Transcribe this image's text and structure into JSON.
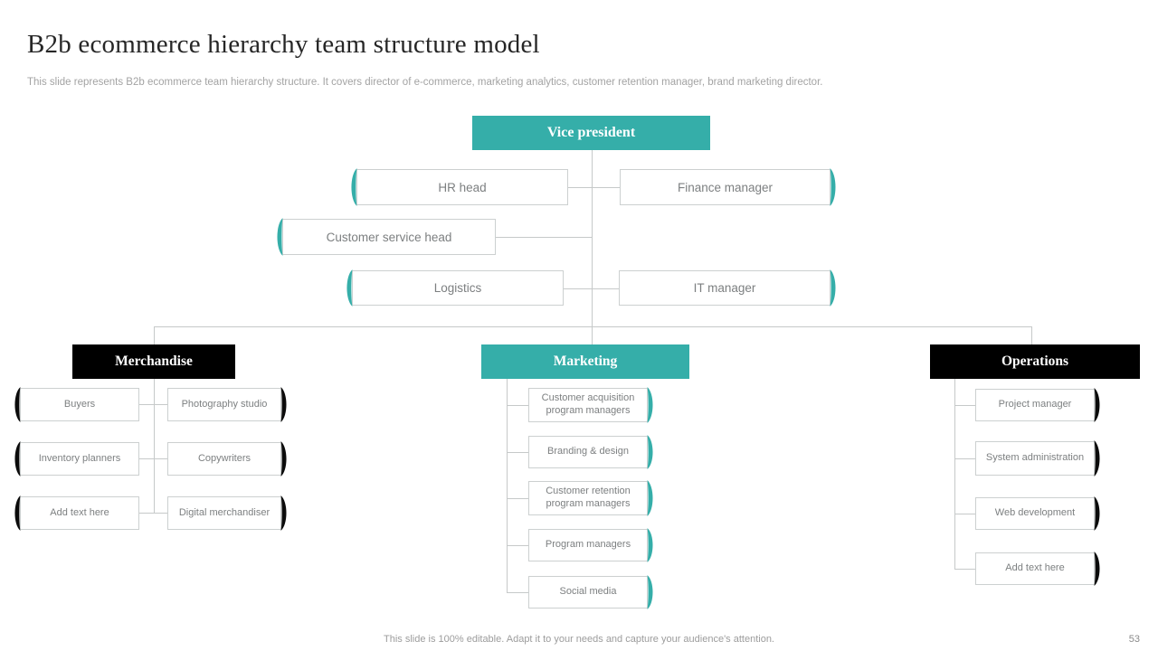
{
  "slide": {
    "title": "B2b ecommerce hierarchy team structure model",
    "subtitle": "This slide represents B2b ecommerce team hierarchy structure. It covers director of e-commerce, marketing analytics, customer retention manager, brand marketing director.",
    "footer": "This slide is 100% editable. Adapt it to your needs and capture your audience's attention.",
    "page_number": "53"
  },
  "colors": {
    "accent_teal": "#35AEA9",
    "header_black": "#000000",
    "node_border": "#CCD0D0",
    "node_text": "#7C7F80",
    "connector": "#C6C9C9"
  },
  "org": {
    "root": {
      "label": "Vice president"
    },
    "level2": [
      {
        "label": "HR head"
      },
      {
        "label": "Finance manager"
      },
      {
        "label": "Customer service head"
      },
      {
        "label": "Logistics"
      },
      {
        "label": "IT manager"
      }
    ],
    "departments": [
      {
        "label": "Merchandise",
        "columns": {
          "left": [
            "Buyers",
            "Inventory planners",
            "Add text here"
          ],
          "right": [
            "Photography studio",
            "Copywriters",
            "Digital merchandiser"
          ]
        }
      },
      {
        "label": "Marketing",
        "items": [
          "Customer acquisition program managers",
          "Branding & design",
          "Customer retention program managers",
          "Program managers",
          "Social media"
        ]
      },
      {
        "label": "Operations",
        "items": [
          "Project manager",
          "System administration",
          "Web development",
          "Add text here"
        ]
      }
    ]
  }
}
